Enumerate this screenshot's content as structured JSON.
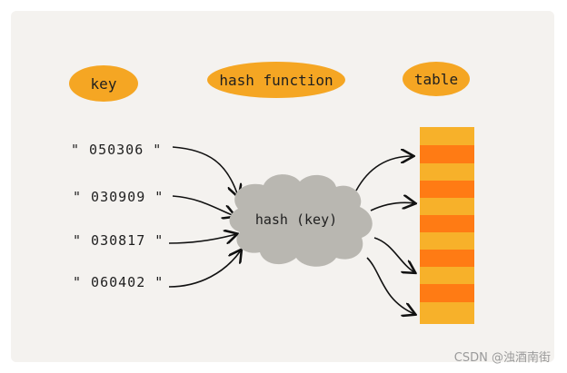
{
  "headers": {
    "key": "key",
    "hash_function": "hash function",
    "table": "table"
  },
  "keys": [
    "\" 050306 \"",
    "\" 030909 \"",
    "\" 030817 \"",
    "\" 060402 \""
  ],
  "function_label": "hash (key)",
  "watermark": "CSDN @浊酒南街",
  "colors": {
    "pill": "#f5a623",
    "cloud": "#b9b7b1",
    "table_light": "#f7b12a",
    "table_dark": "#ff7b14",
    "background": "#f4f2ef"
  }
}
